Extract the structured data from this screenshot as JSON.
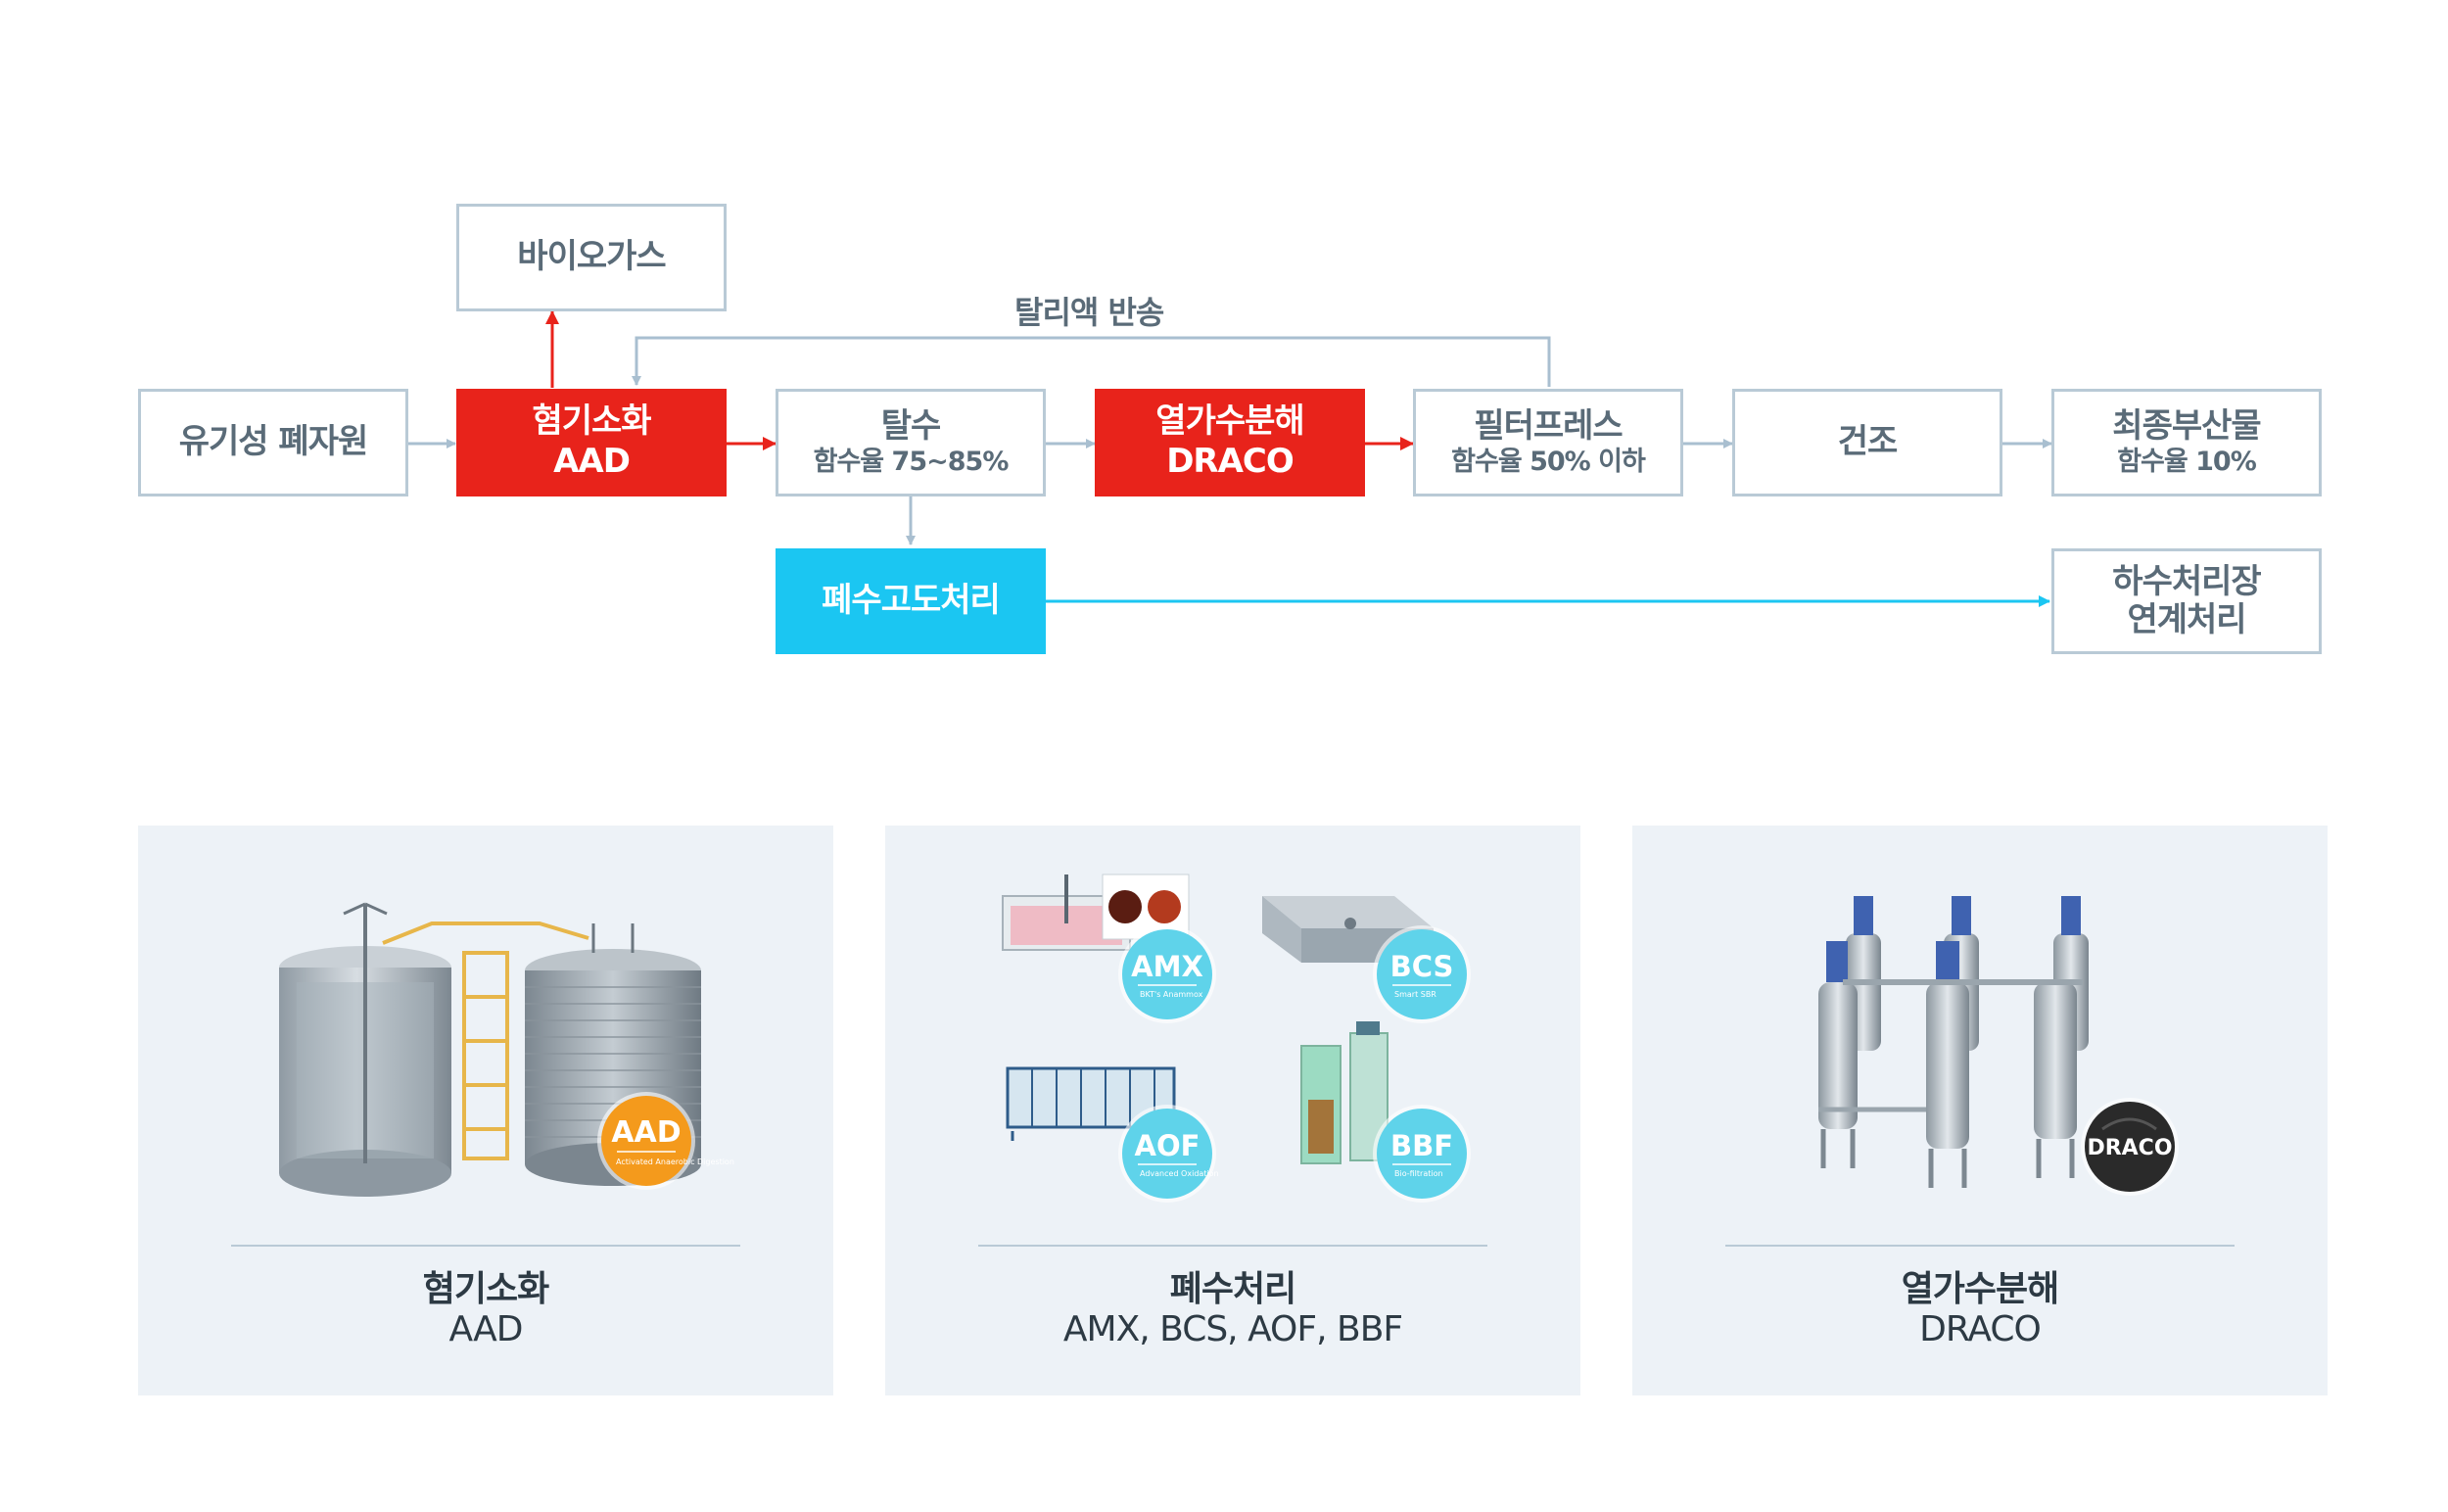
{
  "flow": {
    "biogas": "바이오가스",
    "return_label": "탈리액 반송",
    "organic_waste": "유기성 폐자원",
    "aad": {
      "title": "혐기소화",
      "sub": "AAD"
    },
    "dewater": {
      "title": "탈수",
      "sub": "함수율 75~85%"
    },
    "draco": {
      "title": "열가수분해",
      "sub": "DRACO"
    },
    "filter": {
      "title": "필터프레스",
      "sub": "함수율 50% 이하"
    },
    "dry": "건조",
    "final": {
      "title": "최종부산물",
      "sub": "함수율 10%"
    },
    "wastewater": "폐수고도처리",
    "sewage": {
      "line1": "하수처리장",
      "line2": "연계처리"
    }
  },
  "panels": {
    "aad": {
      "title": "혐기소화",
      "subtitle": "AAD",
      "badge": {
        "name": "AAD",
        "desc": "Activated Anaerobic Digestion",
        "color": "#f49a1c"
      }
    },
    "wastewater": {
      "title": "폐수처리",
      "subtitle": "AMX, BCS, AOF, BBF",
      "badges": [
        {
          "name": "AMX",
          "desc": "BKT's Anammox",
          "color": "#5fd3ea"
        },
        {
          "name": "BCS",
          "desc": "Smart SBR",
          "color": "#5fd3ea"
        },
        {
          "name": "AOF",
          "desc": "Advanced Oxidation",
          "color": "#5fd3ea"
        },
        {
          "name": "BBF",
          "desc": "Bio-filtration",
          "color": "#5fd3ea"
        }
      ]
    },
    "draco": {
      "title": "열가수분해",
      "subtitle": "DRACO",
      "badge": {
        "name": "DRACO",
        "color": "#2a2a2a"
      }
    }
  },
  "colors": {
    "red": "#e8231b",
    "cyan": "#1bc6f2",
    "border": "#b9cad6",
    "panel": "#edf2f7"
  }
}
